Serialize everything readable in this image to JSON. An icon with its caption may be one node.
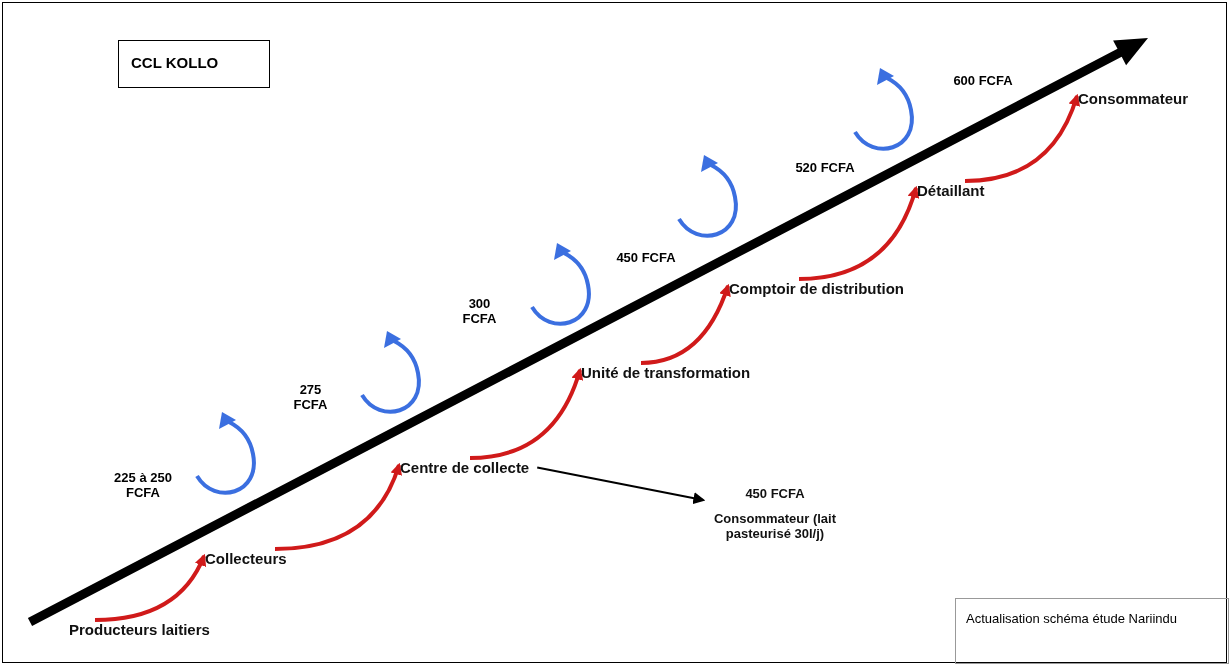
{
  "diagram": {
    "title": "CCL KOLLO",
    "caption": "Actualisation schéma étude Nariindu",
    "nodes": [
      {
        "text": [
          "Producteurs laitiers"
        ]
      },
      {
        "text": [
          "Collecteurs"
        ]
      },
      {
        "text": [
          "Centre de collecte"
        ]
      },
      {
        "text": [
          "Unité de transformation"
        ]
      },
      {
        "text": [
          "Comptoir de distribution"
        ]
      },
      {
        "text": [
          "Détaillant"
        ]
      },
      {
        "text": [
          "Consommateur"
        ]
      },
      {
        "text": [
          "Consommateur (lait pasteurisé 30l/j)"
        ],
        "beside": [
          "450 FCFA"
        ]
      }
    ],
    "edges": [
      {
        "from": 0,
        "to": 1,
        "arrow": "to"
      },
      {
        "from": 1,
        "to": 2,
        "arrow": "to"
      },
      {
        "from": 2,
        "to": 3,
        "arrow": "to"
      },
      {
        "from": 3,
        "to": 4,
        "arrow": "to"
      },
      {
        "from": 4,
        "to": 5,
        "arrow": "to"
      },
      {
        "from": 5,
        "to": 6,
        "arrow": "to"
      },
      {
        "from": 2,
        "to": 7,
        "arrow": "to",
        "color": "#000000"
      }
    ],
    "labels": [
      "225 à 250 FCFA",
      "275 FCFA",
      "300 FCFA",
      "450 FCFA",
      "520 FCFA",
      "600 FCFA"
    ]
  }
}
